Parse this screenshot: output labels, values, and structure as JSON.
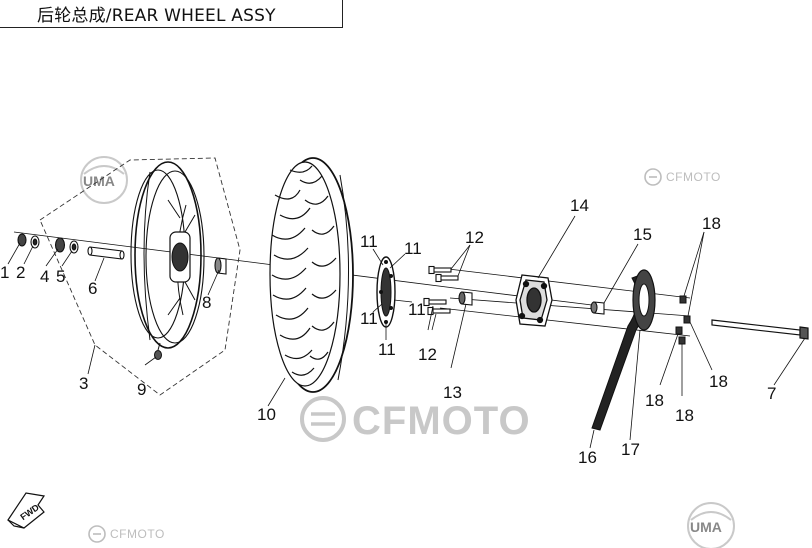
{
  "title": "后轮总成/REAR WHEEL ASSY",
  "watermarks": {
    "main_brand": "CFMOTO",
    "top_right_brand": "CFMOTO",
    "bottom_left_brand": "CFMOTO",
    "uma_top": "UMA",
    "uma_bottom": "UMA"
  },
  "fwd_label": "FWD",
  "callouts": {
    "c1": "1",
    "c2": "2",
    "c3": "3",
    "c4": "4",
    "c5": "5",
    "c6": "6",
    "c7": "7",
    "c8": "8",
    "c9": "9",
    "c10": "10",
    "c11a": "11",
    "c11b": "11",
    "c11c": "11",
    "c11d": "11",
    "c11e": "11",
    "c12a": "12",
    "c12b": "12",
    "c13": "13",
    "c14": "14",
    "c15": "15",
    "c16": "16",
    "c17": "17",
    "c18a": "18",
    "c18b": "18",
    "c18c": "18",
    "c18d": "18"
  },
  "colors": {
    "line": "#111111",
    "watermark": "#c8c8c8"
  }
}
